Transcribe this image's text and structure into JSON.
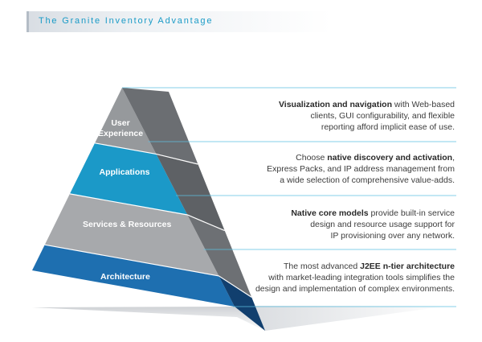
{
  "header": {
    "title": "The Granite Inventory Advantage"
  },
  "tiers": [
    {
      "label_lines": [
        "User",
        "Experience"
      ],
      "desc_lines": [
        [
          {
            "t": "Visualization and navigation",
            "b": true
          },
          {
            "t": " with Web-based",
            "b": false
          }
        ],
        [
          {
            "t": "clients, GUI configurability, and flexible",
            "b": false
          }
        ],
        [
          {
            "t": "reporting afford implicit ease of use.",
            "b": false
          }
        ]
      ]
    },
    {
      "label_lines": [
        "Applications"
      ],
      "desc_lines": [
        [
          {
            "t": "Choose ",
            "b": false
          },
          {
            "t": "native discovery and activation",
            "b": true
          },
          {
            "t": ",",
            "b": false
          }
        ],
        [
          {
            "t": "Express Packs, and IP address management from",
            "b": false
          }
        ],
        [
          {
            "t": "a wide selection of comprehensive value-adds.",
            "b": false
          }
        ]
      ]
    },
    {
      "label_lines": [
        "Services & Resources"
      ],
      "desc_lines": [
        [
          {
            "t": "Native core models",
            "b": true
          },
          {
            "t": " provide built-in service",
            "b": false
          }
        ],
        [
          {
            "t": "design and resource usage support for",
            "b": false
          }
        ],
        [
          {
            "t": "IP provisioning over any network.",
            "b": false
          }
        ]
      ]
    },
    {
      "label_lines": [
        "Architecture"
      ],
      "desc_lines": [
        [
          {
            "t": "The most advanced ",
            "b": false
          },
          {
            "t": "J2EE n-tier architecture",
            "b": true
          }
        ],
        [
          {
            "t": "with market-leading integration tools simplifies the",
            "b": false
          }
        ],
        [
          {
            "t": "design and implementation of complex environments.",
            "b": false
          }
        ]
      ]
    }
  ],
  "colors": {
    "title": "#1a9bc7",
    "tier_front": [
      "#96999c",
      "#1b99c8",
      "#a7a9ac",
      "#1e6fb0"
    ],
    "tier_side": [
      "#6b6e72",
      "#5e6165",
      "#6d7074",
      "#113f6e"
    ],
    "divider": "#5cbfe1"
  }
}
